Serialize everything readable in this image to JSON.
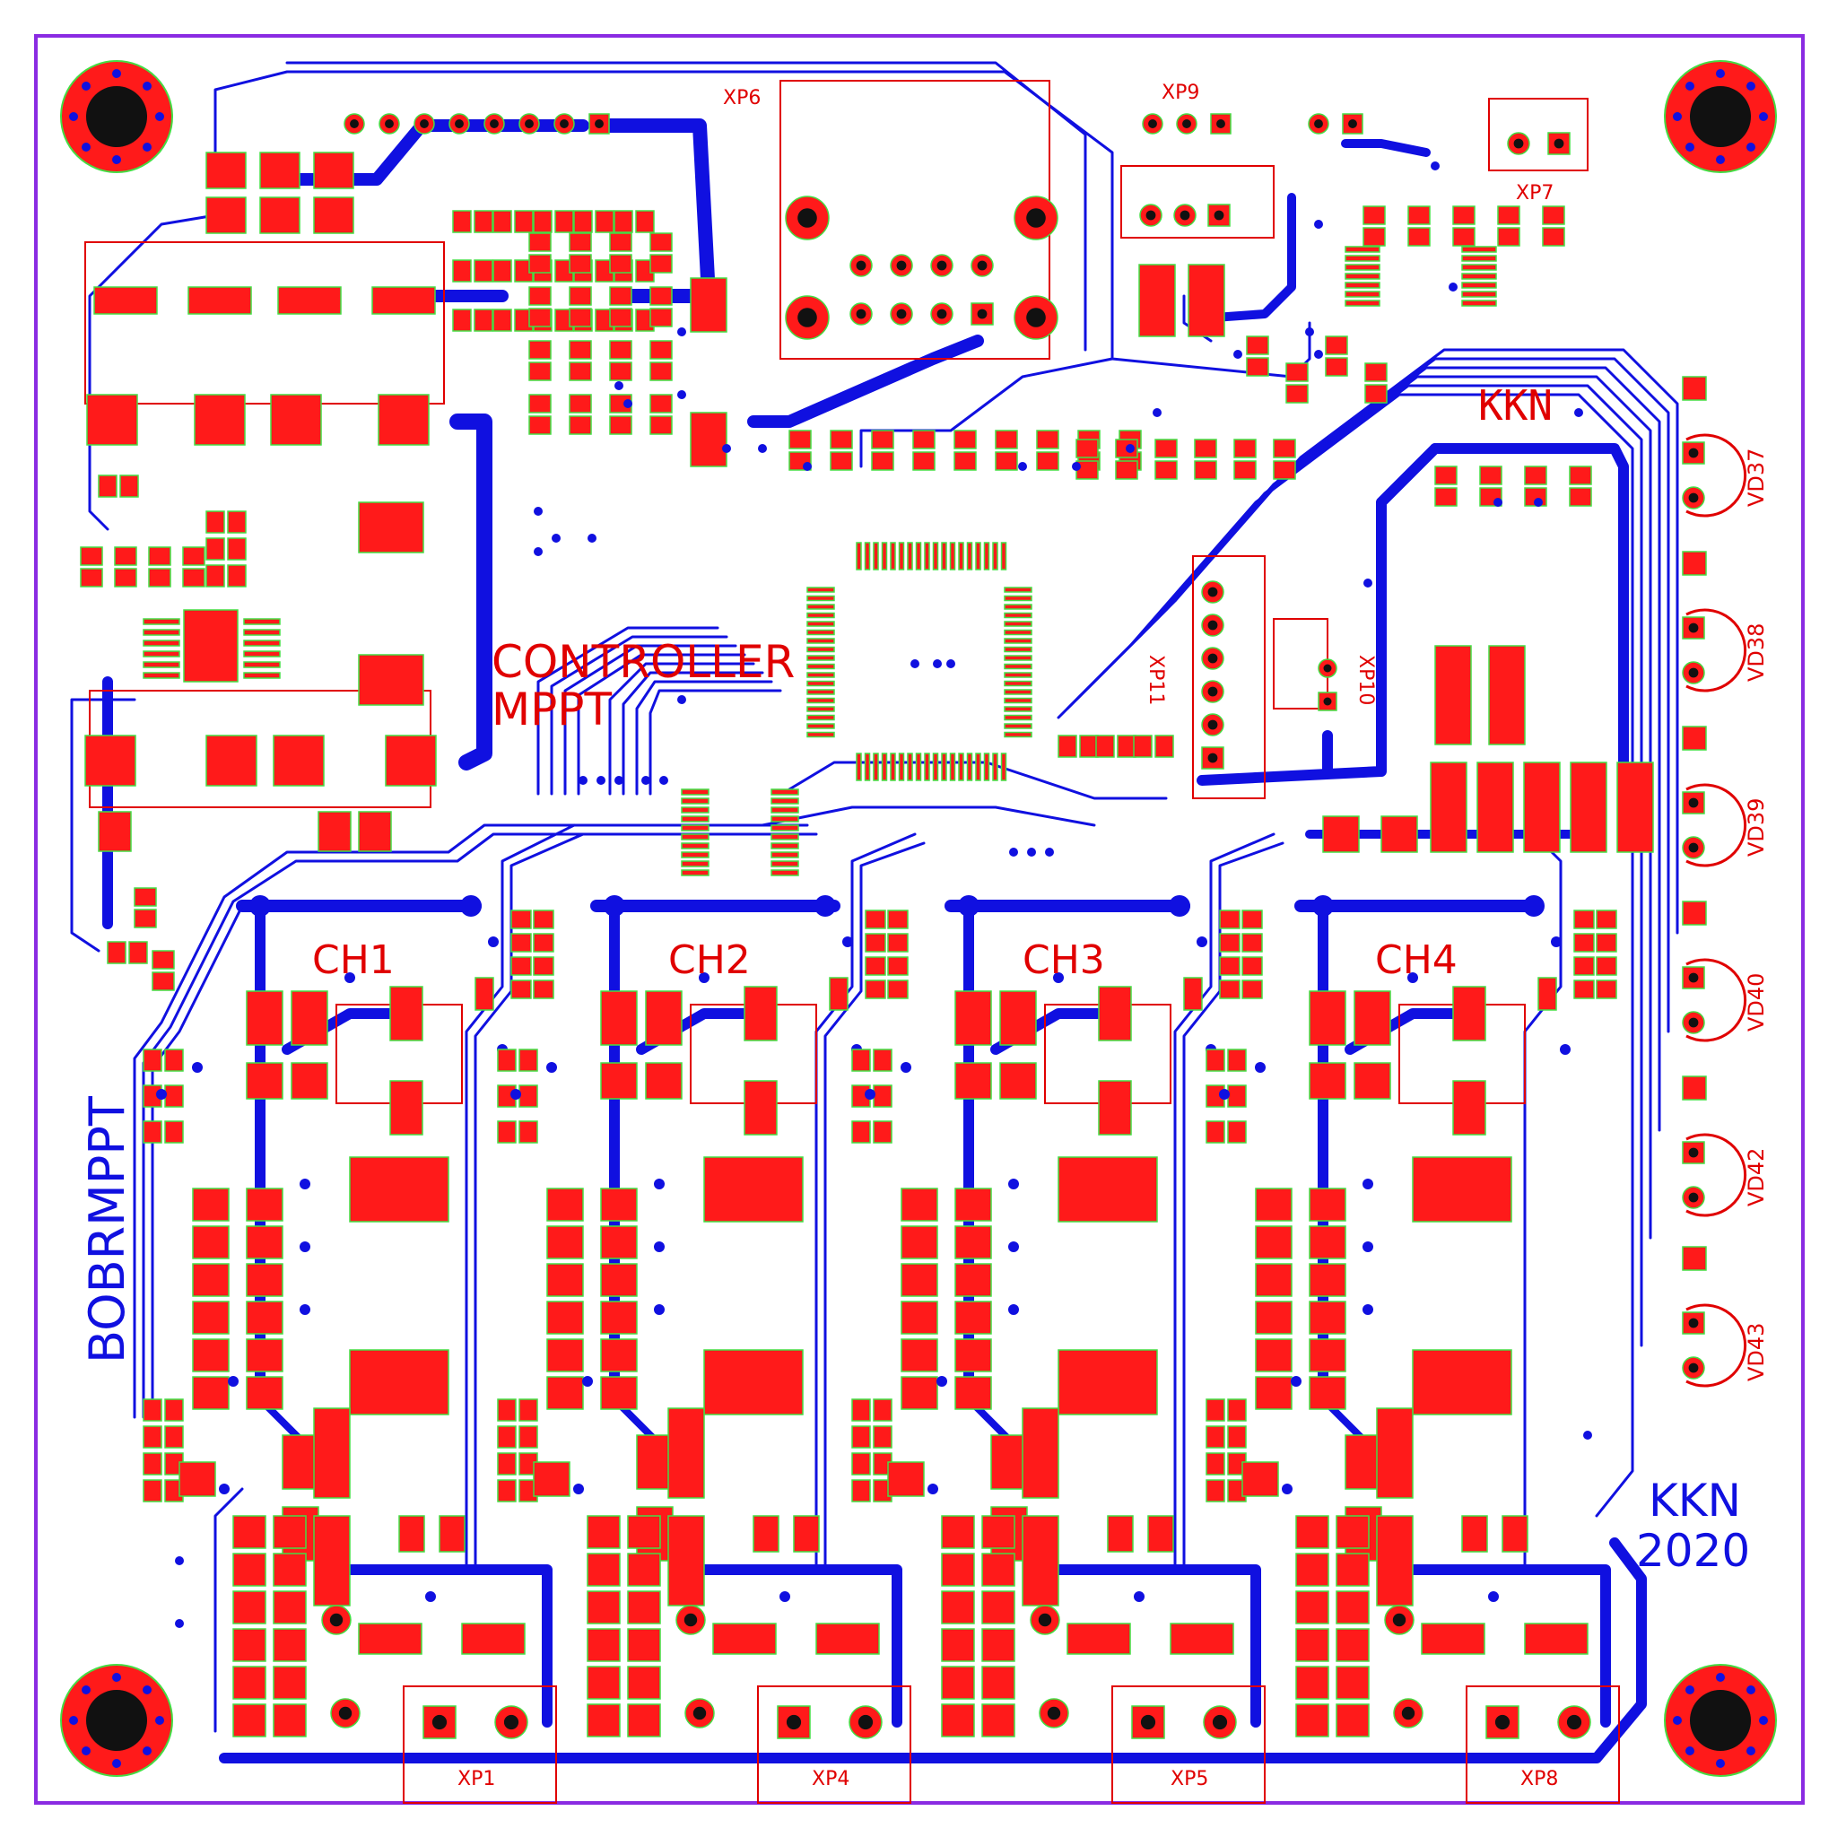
{
  "colors": {
    "background": "#ffffff",
    "outline": "#8a2be2",
    "copper_top": "#ff1a1a",
    "copper_bottom": "#1010e0",
    "silkscreen_top": "#e00000",
    "pad_edge": "#44dd44",
    "drill": "#111111"
  },
  "labels": {
    "controller_line1": "CONTROLLER",
    "controller_line2": "MPPT",
    "bottom_title": "BOBRMPPT",
    "author_top": "KKN",
    "author_bottom": "KKN",
    "year": "2020"
  },
  "channels": [
    "CH1",
    "CH2",
    "CH3",
    "CH4"
  ],
  "connectors_top": [
    "XP6",
    "XP9",
    "XP7"
  ],
  "connectors_mid": [
    "XP11",
    "XP10"
  ],
  "connectors_bottom": [
    "XP1",
    "XP4",
    "XP5",
    "XP8"
  ],
  "leds": [
    "VD37",
    "VD38",
    "VD39",
    "VD40",
    "VD42",
    "VD43"
  ],
  "icons": {
    "mount_hole": "mounting-hole-icon"
  }
}
